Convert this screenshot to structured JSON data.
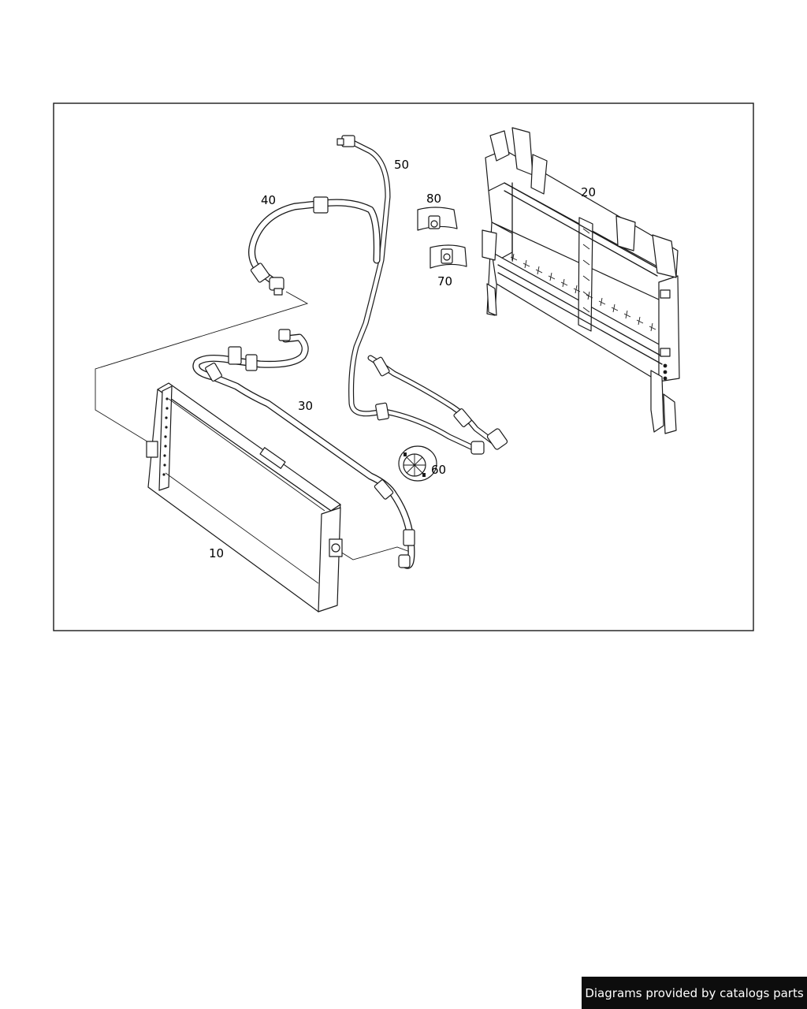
{
  "callouts": {
    "c10": "10",
    "c20": "20",
    "c30": "30",
    "c40": "40",
    "c50": "50",
    "c60": "60",
    "c70": "70",
    "c80": "80"
  },
  "footer": {
    "text": "Diagrams provided by catalogs parts"
  }
}
